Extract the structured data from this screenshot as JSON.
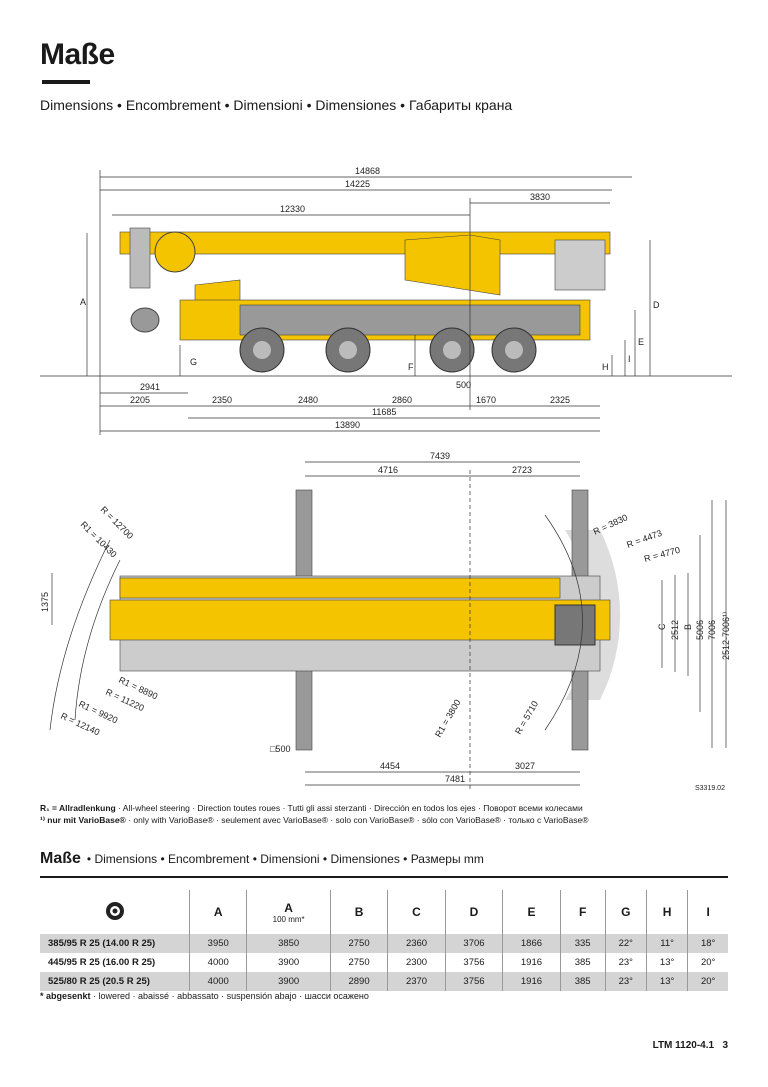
{
  "title": "Maße",
  "subtitle": "Dimensions • Encombrement • Dimensioni • Dimensiones • Габариты крана",
  "side_view": {
    "d14868": "14868",
    "d14225": "14225",
    "d12330": "12330",
    "d3830": "3830",
    "d2941": "2941",
    "d2205": "2205",
    "d2350": "2350",
    "d2480": "2480",
    "d2860": "2860",
    "d1670": "1670",
    "d2325": "2325",
    "d500": "500",
    "d11685": "11685",
    "d13890": "13890",
    "A": "A",
    "D": "D",
    "E": "E",
    "F": "F",
    "G": "G",
    "H": "H",
    "I": "I"
  },
  "top_view": {
    "d7439": "7439",
    "d4716": "4716",
    "d2723": "2723",
    "d4454": "4454",
    "d3027": "3027",
    "d7481": "7481",
    "d1375": "1375",
    "d500": "□500",
    "r12700": "R = 12700",
    "r10430": "R1 = 10430",
    "r8890": "R1 = 8890",
    "r11220": "R = 11220",
    "r9920": "R1 = 9920",
    "r12140": "R = 12140",
    "r3800": "R1 = 3800",
    "r5710": "R = 5710",
    "r3830": "R = 3830",
    "r4473": "R = 4473",
    "r4770": "R = 4770",
    "C": "C",
    "d2512": "2512",
    "B": "B",
    "d5006": "5006",
    "d7006": "7006",
    "d2512_7006": "2512-7006¹⁾",
    "drawing_no": "S3319.02"
  },
  "footnotes": {
    "r1_bold": "R₁ = Allradlenkung",
    "r1_rest": " · All-wheel steering · Direction toutes roues · Tutti gli assi sterzanti · Dirección en todos los ejes · Поворот всеми колесами",
    "f1_bold": "¹⁾ nur mit VarioBase®",
    "f1_rest": " · only with VarioBase® · seulement avec VarioBase® · solo con VarioBase® · sólo con VarioBase® · только с VarioBase®"
  },
  "table_section": {
    "title": "Maße",
    "subtitle": "• Dimensions • Encombrement • Dimensioni • Dimensiones • Размеры  mm"
  },
  "table": {
    "headers": [
      "A",
      "A",
      "B",
      "C",
      "D",
      "E",
      "F",
      "G",
      "H",
      "I"
    ],
    "header_sub": "100 mm*",
    "rows": [
      {
        "tyre": "385/95 R 25 (14.00 R 25)",
        "values": [
          "3950",
          "3850",
          "2750",
          "2360",
          "3706",
          "1866",
          "335",
          "22°",
          "11°",
          "18°"
        ]
      },
      {
        "tyre": "445/95 R 25 (16.00 R 25)",
        "values": [
          "4000",
          "3900",
          "2750",
          "2300",
          "3756",
          "1916",
          "385",
          "23°",
          "13°",
          "20°"
        ]
      },
      {
        "tyre": "525/80 R 25 (20.5   R 25)",
        "values": [
          "4000",
          "3900",
          "2890",
          "2370",
          "3756",
          "1916",
          "385",
          "23°",
          "13°",
          "20°"
        ]
      }
    ]
  },
  "table_note_bold": "* abgesenkt",
  "table_note_rest": " · lowered · abaissé · abbassato · suspensión abajo · шасси осажено",
  "footer": {
    "model": "LTM 1120-4.1",
    "page": "3"
  },
  "colors": {
    "crane_yellow": "#f5c400",
    "shade": "#d4d4d4"
  }
}
